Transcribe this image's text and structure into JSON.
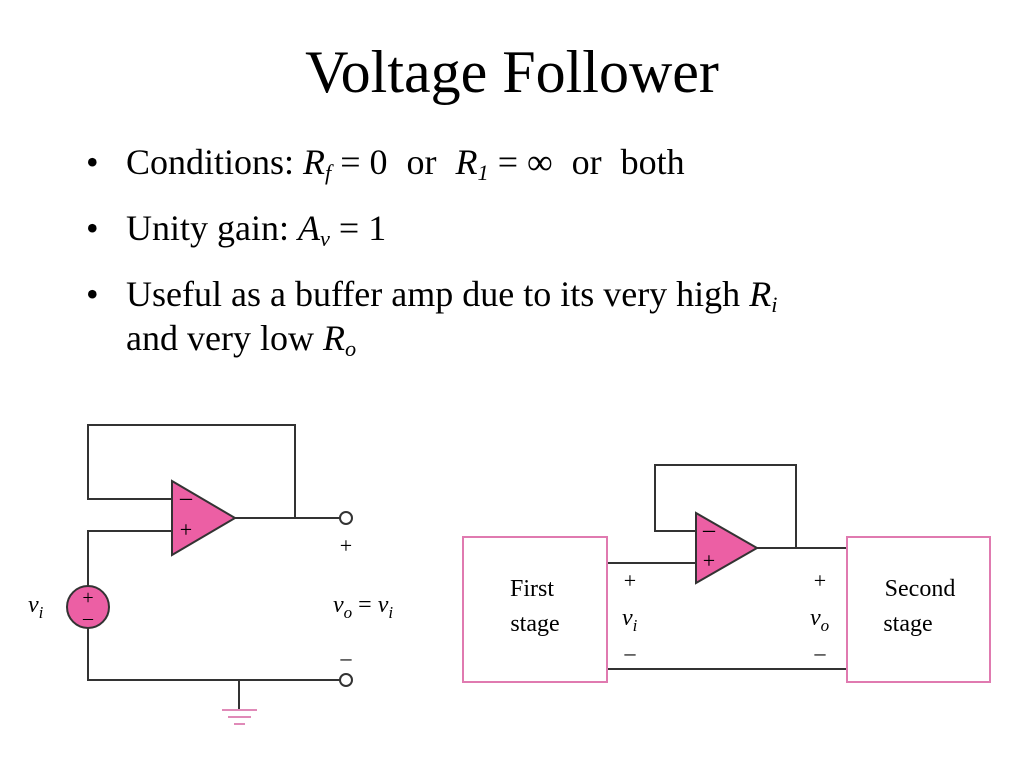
{
  "title": "Voltage Follower",
  "bullets": {
    "b1": {
      "prefix": "Conditions:",
      "rf_sym": "R",
      "rf_sub": "f",
      "rf_eq": "= 0",
      "or1": "or",
      "r1_sym": "R",
      "r1_sub": "1",
      "r1_eq": "= ∞",
      "or2": "or",
      "both": "both"
    },
    "b2": {
      "prefix": "Unity gain:",
      "av_sym": "A",
      "av_sub": "v",
      "av_eq": "= 1"
    },
    "b3": {
      "text": "Useful as a buffer amp due to its very high",
      "ri_sym": "R",
      "ri_sub": "i",
      "text2": "and very low",
      "ro_sym": "R",
      "ro_sub": "o"
    }
  },
  "left_circuit": {
    "opamp_minus": "–",
    "opamp_plus": "+",
    "source_plus": "+",
    "source_minus": "–",
    "vi_sym": "v",
    "vi_sub": "i",
    "out_plus": "+",
    "out_minus": "–",
    "vo_sym": "v",
    "vo_sub": "o",
    "eq": " = ",
    "vi2_sym": "v",
    "vi2_sub": "i"
  },
  "right_circuit": {
    "first_stage_line1": "First",
    "first_stage_line2": "stage",
    "second_stage_line1": "Second",
    "second_stage_line2": "stage",
    "opamp_minus": "–",
    "opamp_plus": "+",
    "in_plus": "+",
    "in_minus": "–",
    "vi_sym": "v",
    "vi_sub": "i",
    "out_plus": "+",
    "out_minus": "–",
    "vo_sym": "v",
    "vo_sub": "o"
  },
  "colors": {
    "opamp_fill": "#ec5fa4",
    "stage_border": "#e07ab0",
    "ground": "#e08ab8",
    "wire": "#333333"
  }
}
